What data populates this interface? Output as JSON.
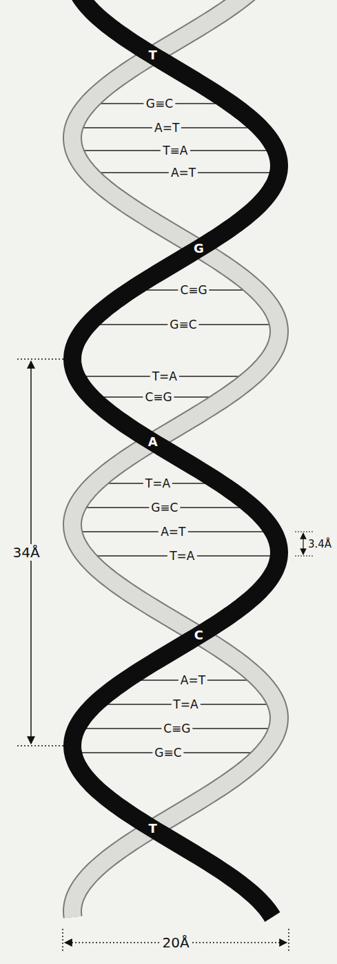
{
  "diagram": {
    "labels": [
      "T",
      "G≡C",
      "A=T",
      "T≡A",
      "A=T",
      "G",
      "C≡G",
      "G≡C",
      "T=A",
      "C≡G",
      "A",
      "T=A",
      "G≡C",
      "A=T",
      "T=A",
      "3.4Å",
      "C",
      "A=T",
      "T=A",
      "C≡G",
      "G≡C",
      "T",
      "34Å",
      "20Å"
    ]
  }
}
